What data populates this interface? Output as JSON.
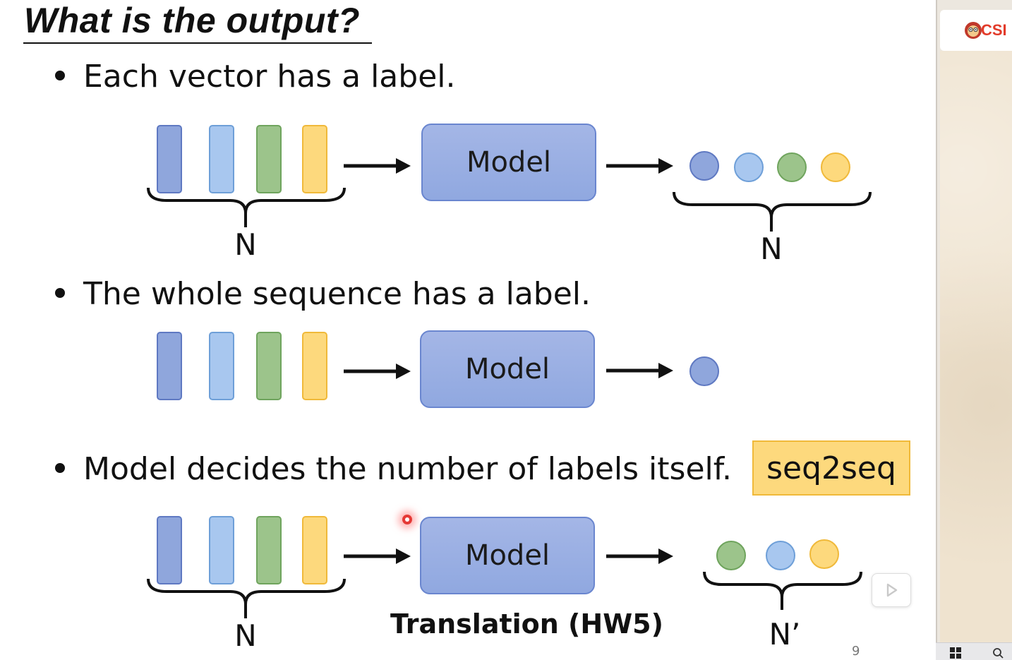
{
  "slide": {
    "title": "What is the output?",
    "bullets": [
      "Each vector has a label.",
      "The whole sequence has a label.",
      "Model decides the number of labels itself."
    ],
    "model_label": "Model",
    "brace_labels": {
      "n_in_1": "N",
      "n_out_1": "N",
      "n_in_3": "N",
      "n_out_3": "N’"
    },
    "seq2seq_label": "seq2seq",
    "caption": "Translation (HW5)",
    "page_number": "9"
  },
  "colors": {
    "blue_dark": "#8fa6dc",
    "blue_light": "#a8c7ef",
    "green": "#9cc48b",
    "yellow": "#fdd97d",
    "model_fill": "#9bb0e3"
  },
  "side_panel": {
    "brand": "CSI"
  },
  "icons": [
    "laser-pointer-icon",
    "play-icon",
    "monkey-logo-icon",
    "windows-start-icon",
    "search-icon"
  ]
}
